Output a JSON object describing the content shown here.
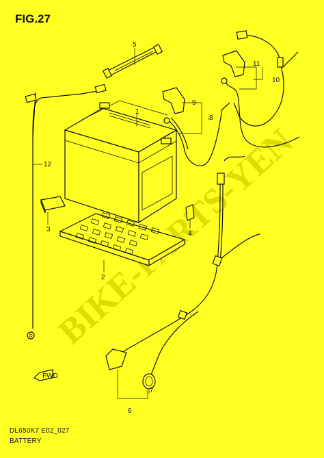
{
  "figure": {
    "title": "FIG.27",
    "drawing_code": "DL650K7 E02_027",
    "caption": "BATTERY"
  },
  "watermark": "BIKE-PARTS-YEN",
  "callouts": [
    "1",
    "2",
    "3",
    "4",
    "5",
    "6",
    "7",
    "8",
    "9",
    "10",
    "11",
    "12"
  ],
  "direction_label": "FWD"
}
